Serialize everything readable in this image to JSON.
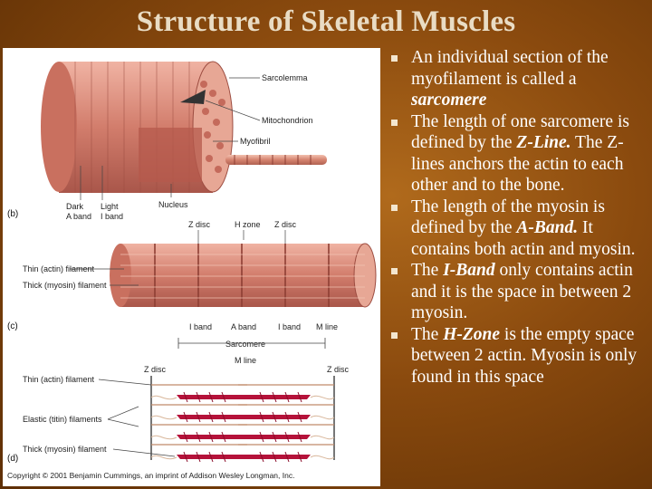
{
  "title": "Structure of Skeletal Muscles",
  "figure": {
    "panel_b": "(b)",
    "panel_c": "(c)",
    "panel_d": "(d)",
    "labels": {
      "sarcolemma": "Sarcolemma",
      "mitochondrion": "Mitochondrion",
      "myofibril": "Myofibril",
      "dark_a_band": "Dark\nA band",
      "light_i_band": "Light\nI band",
      "nucleus": "Nucleus",
      "z_disc": "Z disc",
      "h_zone": "H zone",
      "thin_actin": "Thin (actin) filament",
      "thick_myosin": "Thick (myosin) filament",
      "i_band": "I band",
      "a_band": "A band",
      "m_line": "M line",
      "sarcomere": "Sarcomere",
      "elastic_titin": "Elastic (titin) filaments"
    },
    "copyright": "Copyright © 2001 Benjamin Cummings, an imprint of Addison Wesley Longman, Inc."
  },
  "bullets": [
    {
      "pre": "An individual section of the myofilament is called a ",
      "em": "sarcomere",
      "post": ""
    },
    {
      "pre": "The length of one sarcomere is defined by the ",
      "em": "Z-Line.",
      "post": " The Z-lines anchors the actin to each other and to the bone."
    },
    {
      "pre": "The length of the myosin is defined by the ",
      "em": "A-Band.",
      "post": " It contains both actin and myosin."
    },
    {
      "pre": "The ",
      "em": "I-Band",
      "post": " only contains actin and it is the space in between 2 myosin."
    },
    {
      "pre": "The ",
      "em": "H-Zone",
      "post": " is the empty space between 2 actin. Myosin is only found in this space"
    }
  ],
  "colors": {
    "background": "#8a4a0e",
    "title": "#e9dcc4",
    "text": "#ffffff",
    "muscle": "#d98a7a",
    "myosin": "#b5123a"
  }
}
